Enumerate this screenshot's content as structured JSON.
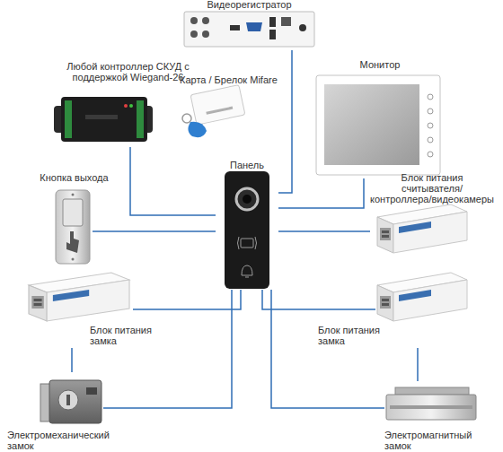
{
  "diagram": {
    "nodes": [
      {
        "text": [
          "Видеорегистратор"
        ]
      },
      {
        "text": [
          "Любой контроллер СКУД с поддержкой Wiegand-26"
        ]
      },
      {
        "text": [
          "Карта / Брелок Mifare"
        ]
      },
      {
        "text": [
          "Монитор"
        ]
      },
      {
        "text": [
          "Кнопка выхода"
        ]
      },
      {
        "text": [
          "Панель"
        ]
      },
      {
        "text": [
          "Блок питания считывателя/ контроллера/видеокамеры"
        ]
      },
      {
        "text": [
          "Блок питания замка"
        ]
      },
      {
        "text": [
          "Блок питания замка"
        ]
      },
      {
        "text": [
          "Электромеханический замок"
        ]
      },
      {
        "text": [
          "Электромагнитный замок"
        ]
      }
    ],
    "edges": [
      {
        "from": 5,
        "to": 0,
        "arrow": "none"
      },
      {
        "from": 5,
        "to": 3,
        "arrow": "none"
      },
      {
        "from": 1,
        "to": 5,
        "arrow": "none"
      },
      {
        "from": 4,
        "to": 5,
        "arrow": "none"
      },
      {
        "from": 5,
        "to": 6,
        "arrow": "none"
      },
      {
        "from": 5,
        "to": 7,
        "arrow": "none"
      },
      {
        "from": 5,
        "to": 8,
        "arrow": "none"
      },
      {
        "from": 7,
        "to": 9,
        "arrow": "none"
      },
      {
        "from": 8,
        "to": 10,
        "arrow": "none"
      },
      {
        "from": 5,
        "to": 9,
        "arrow": "none"
      },
      {
        "from": 5,
        "to": 10,
        "arrow": "none"
      }
    ]
  }
}
